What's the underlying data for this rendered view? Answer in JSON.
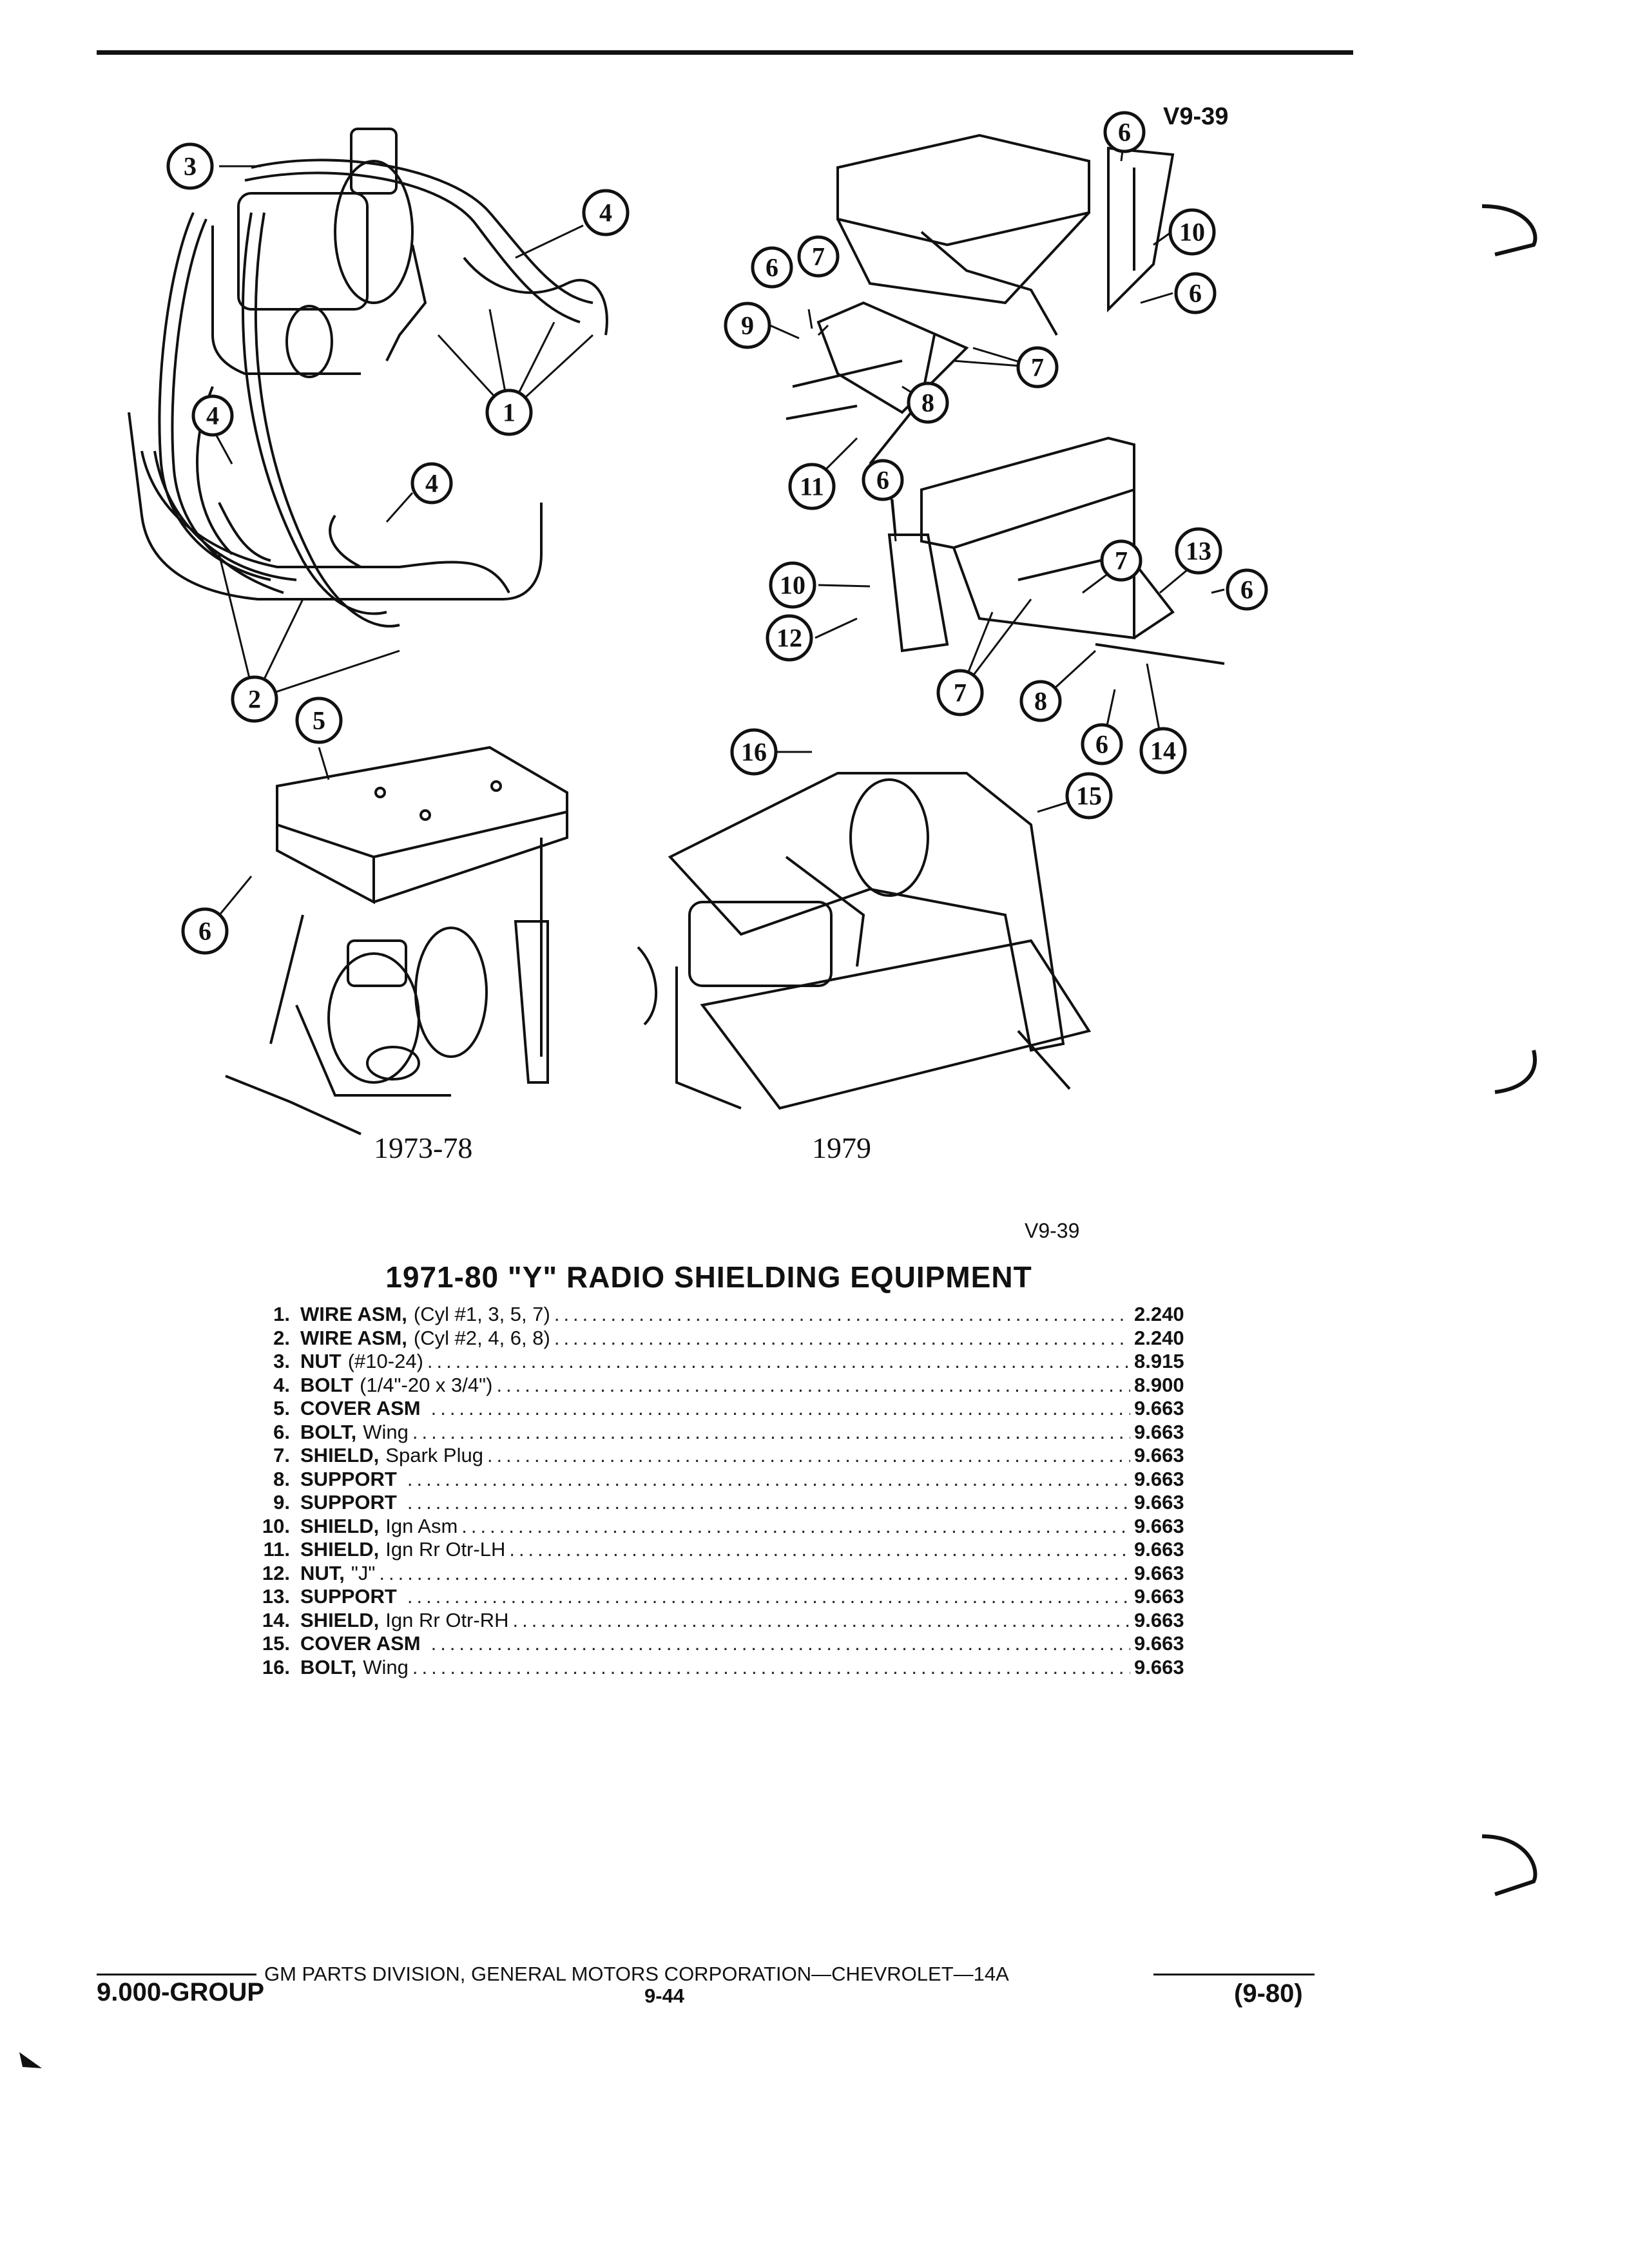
{
  "figure": {
    "code_top": "V9-39",
    "code_bottom": "V9-39",
    "caption_left": "1973-78",
    "caption_right": "1979",
    "callouts": [
      "1",
      "2",
      "3",
      "4",
      "5",
      "6",
      "7",
      "8",
      "9",
      "10",
      "11",
      "12",
      "13",
      "14",
      "15",
      "16"
    ]
  },
  "section": {
    "title": "1971-80 \"Y\" RADIO SHIELDING EQUIPMENT"
  },
  "parts": [
    {
      "num": "1.",
      "name": "WIRE ASM,",
      "desc": "(Cyl #1, 3, 5, 7)",
      "code": "2.240"
    },
    {
      "num": "2.",
      "name": "WIRE ASM,",
      "desc": "(Cyl #2, 4, 6, 8)",
      "code": "2.240"
    },
    {
      "num": "3.",
      "name": "NUT",
      "desc": "(#10-24)",
      "code": "8.915"
    },
    {
      "num": "4.",
      "name": "BOLT",
      "desc": "(1/4\"-20 x 3/4\")",
      "code": "8.900"
    },
    {
      "num": "5.",
      "name": "COVER ASM",
      "desc": "",
      "code": "9.663"
    },
    {
      "num": "6.",
      "name": "BOLT,",
      "desc": "Wing",
      "code": "9.663"
    },
    {
      "num": "7.",
      "name": "SHIELD,",
      "desc": "Spark Plug",
      "code": "9.663"
    },
    {
      "num": "8.",
      "name": "SUPPORT",
      "desc": "",
      "code": "9.663"
    },
    {
      "num": "9.",
      "name": "SUPPORT",
      "desc": "",
      "code": "9.663"
    },
    {
      "num": "10.",
      "name": "SHIELD,",
      "desc": "Ign Asm",
      "code": "9.663"
    },
    {
      "num": "11.",
      "name": "SHIELD,",
      "desc": "Ign Rr Otr-LH",
      "code": "9.663"
    },
    {
      "num": "12.",
      "name": "NUT,",
      "desc": "\"J\"",
      "code": "9.663"
    },
    {
      "num": "13.",
      "name": "SUPPORT",
      "desc": "",
      "code": "9.663"
    },
    {
      "num": "14.",
      "name": "SHIELD,",
      "desc": "Ign Rr Otr-RH",
      "code": "9.663"
    },
    {
      "num": "15.",
      "name": "COVER ASM",
      "desc": "",
      "code": "9.663"
    },
    {
      "num": "16.",
      "name": "BOLT,",
      "desc": "Wing",
      "code": "9.663"
    }
  ],
  "footer": {
    "line": "GM PARTS DIVISION, GENERAL MOTORS CORPORATION—CHEVROLET—14A",
    "group": "9.000-GROUP",
    "page": "9-44",
    "date": "(9-80)"
  }
}
